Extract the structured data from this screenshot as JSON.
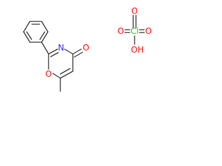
{
  "colors": {
    "bond": "#3a3a3a",
    "carbon": "#3a3a3a",
    "nitrogen": "#3333ff",
    "oxygen": "#ff1111",
    "chlorine": "#22cc22",
    "background": "#ffffff"
  },
  "molecule_1": {
    "atoms": {
      "N": "N",
      "O_carbonyl": "O",
      "O_ring": "O"
    }
  },
  "molecule_2": {
    "atoms": {
      "Cl": "Cl",
      "O_top": "O",
      "O_left": "O",
      "O_right": "O",
      "OH": "OH"
    }
  }
}
